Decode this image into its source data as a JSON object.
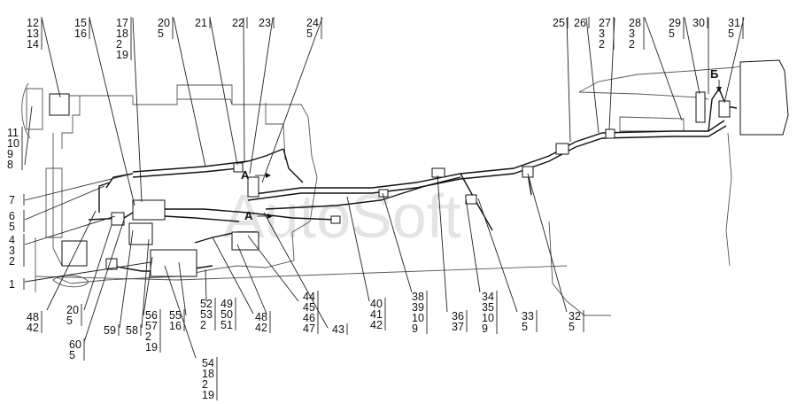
{
  "watermark": "AutoSoft",
  "callouts": [
    {
      "lines": [
        "12",
        "13",
        "14"
      ]
    },
    {
      "lines": [
        "15",
        "16"
      ]
    },
    {
      "lines": [
        "17",
        "18",
        "2",
        "19"
      ]
    },
    {
      "lines": [
        "20",
        "5"
      ]
    },
    {
      "lines": [
        "21"
      ]
    },
    {
      "lines": [
        "22"
      ]
    },
    {
      "lines": [
        "23"
      ]
    },
    {
      "lines": [
        "24",
        "5"
      ]
    },
    {
      "lines": [
        "25"
      ]
    },
    {
      "lines": [
        "26"
      ]
    },
    {
      "lines": [
        "27",
        "3",
        "2"
      ]
    },
    {
      "lines": [
        "28",
        "3",
        "2"
      ]
    },
    {
      "lines": [
        "29",
        "5"
      ]
    },
    {
      "lines": [
        "30"
      ]
    },
    {
      "lines": [
        "31",
        "5"
      ]
    },
    {
      "lines": [
        "11",
        "10",
        "9",
        "8"
      ]
    },
    {
      "lines": [
        "7"
      ]
    },
    {
      "lines": [
        "6",
        "5"
      ]
    },
    {
      "lines": [
        "4",
        "3",
        "2"
      ]
    },
    {
      "lines": [
        "1"
      ]
    },
    {
      "lines": [
        "48",
        "42"
      ]
    },
    {
      "lines": [
        "20",
        "5"
      ]
    },
    {
      "lines": [
        "60",
        "5"
      ]
    },
    {
      "lines": [
        "59"
      ]
    },
    {
      "lines": [
        "58"
      ]
    },
    {
      "lines": [
        "56",
        "57",
        "2",
        "19"
      ]
    },
    {
      "lines": [
        "55",
        "16"
      ]
    },
    {
      "lines": [
        "54",
        "18",
        "2",
        "19"
      ]
    },
    {
      "lines": [
        "52",
        "53",
        "2"
      ]
    },
    {
      "lines": [
        "49",
        "50",
        "51"
      ]
    },
    {
      "lines": [
        "48",
        "42"
      ]
    },
    {
      "lines": [
        "44",
        "45",
        "46",
        "47"
      ]
    },
    {
      "lines": [
        "43"
      ]
    },
    {
      "lines": [
        "40",
        "41",
        "42"
      ]
    },
    {
      "lines": [
        "38",
        "39",
        "10",
        "9"
      ]
    },
    {
      "lines": [
        "36",
        "37"
      ]
    },
    {
      "lines": [
        "34",
        "35",
        "10",
        "9"
      ]
    },
    {
      "lines": [
        "33",
        "5"
      ]
    },
    {
      "lines": [
        "32",
        "5"
      ]
    }
  ],
  "markers": {
    "a1": "A",
    "a2": "A",
    "b": "Б"
  }
}
